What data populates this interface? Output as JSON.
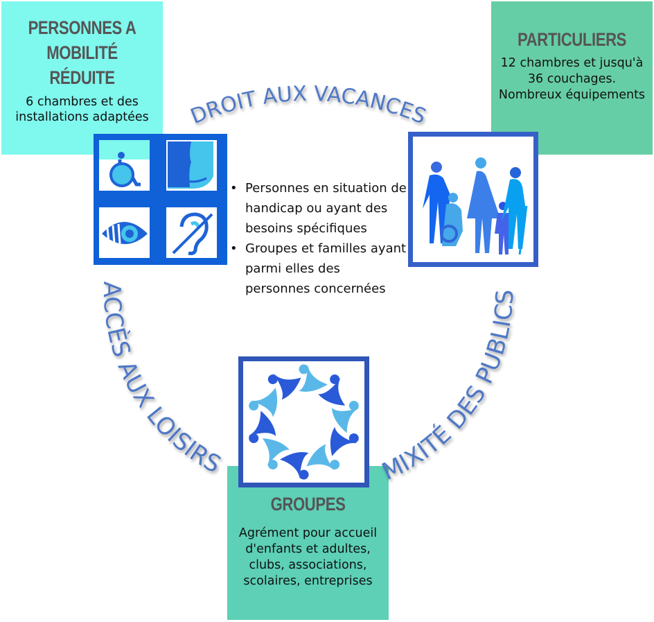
{
  "arcs": {
    "top": "DROIT AUX VACANCES",
    "left": "ACCÈS AUX LOISIRS",
    "right": "MIXITÉ DES PUBLICS"
  },
  "pmr": {
    "title_line1": "PERSONNES A",
    "title_line2": "MOBILITÉ RÉDUITE",
    "body": "6 chambres et des installations adaptées"
  },
  "particuliers": {
    "title": "PARTICULIERS",
    "body": "12 chambres et jusqu'à 36 couchages. Nombreux équipements"
  },
  "groupes": {
    "title": "GROUPES",
    "body": "Agrément pour accueil d'enfants et adultes, clubs, associations, scolaires, entreprises"
  },
  "bullets": [
    "Personnes en situation de handicap ou ayant des besoins spécifiques",
    "Groupes et familles ayant parmi elles des personnes concernées"
  ],
  "colors": {
    "pmr_bg": "#7ff8ee",
    "particuliers_bg": "#66cea6",
    "groupes_bg": "#5dd0b6",
    "icon_blue": "#1060d8",
    "arc_text": "#4f78c6"
  }
}
